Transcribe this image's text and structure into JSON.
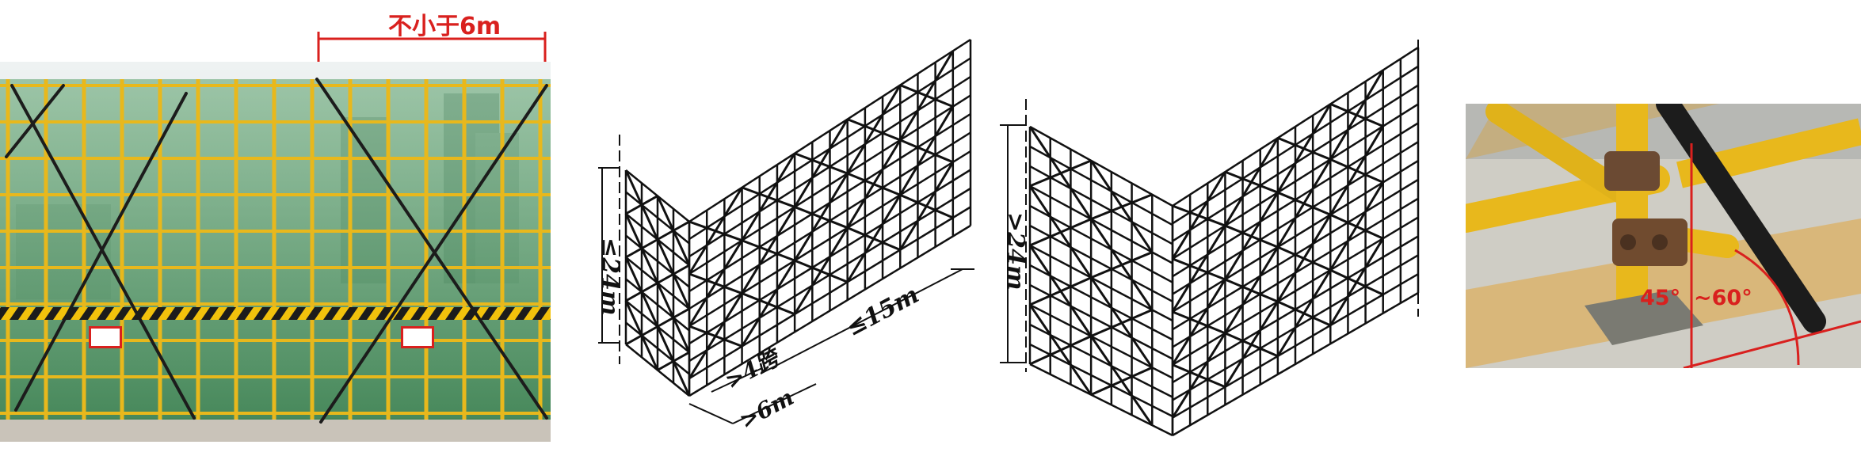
{
  "panels": {
    "photo_scaffold": {
      "dimension_label": "不小于6m",
      "sign_texts": [
        "",
        ""
      ]
    },
    "diagram_left": {
      "height_label": "≤24m",
      "length_label": "≤15m",
      "span_label": ">4跨",
      "width_label": ">6m"
    },
    "diagram_right": {
      "height_label": ">24m"
    },
    "photo_detail": {
      "angle_min": "45°",
      "angle_max": "~60°"
    }
  },
  "colors": {
    "annotation_red": "#d9201e",
    "pipe_yellow": "#e8b81c",
    "net_green": "#3f8a55",
    "brace_black": "#1c1c1c",
    "line_black": "#111111"
  }
}
